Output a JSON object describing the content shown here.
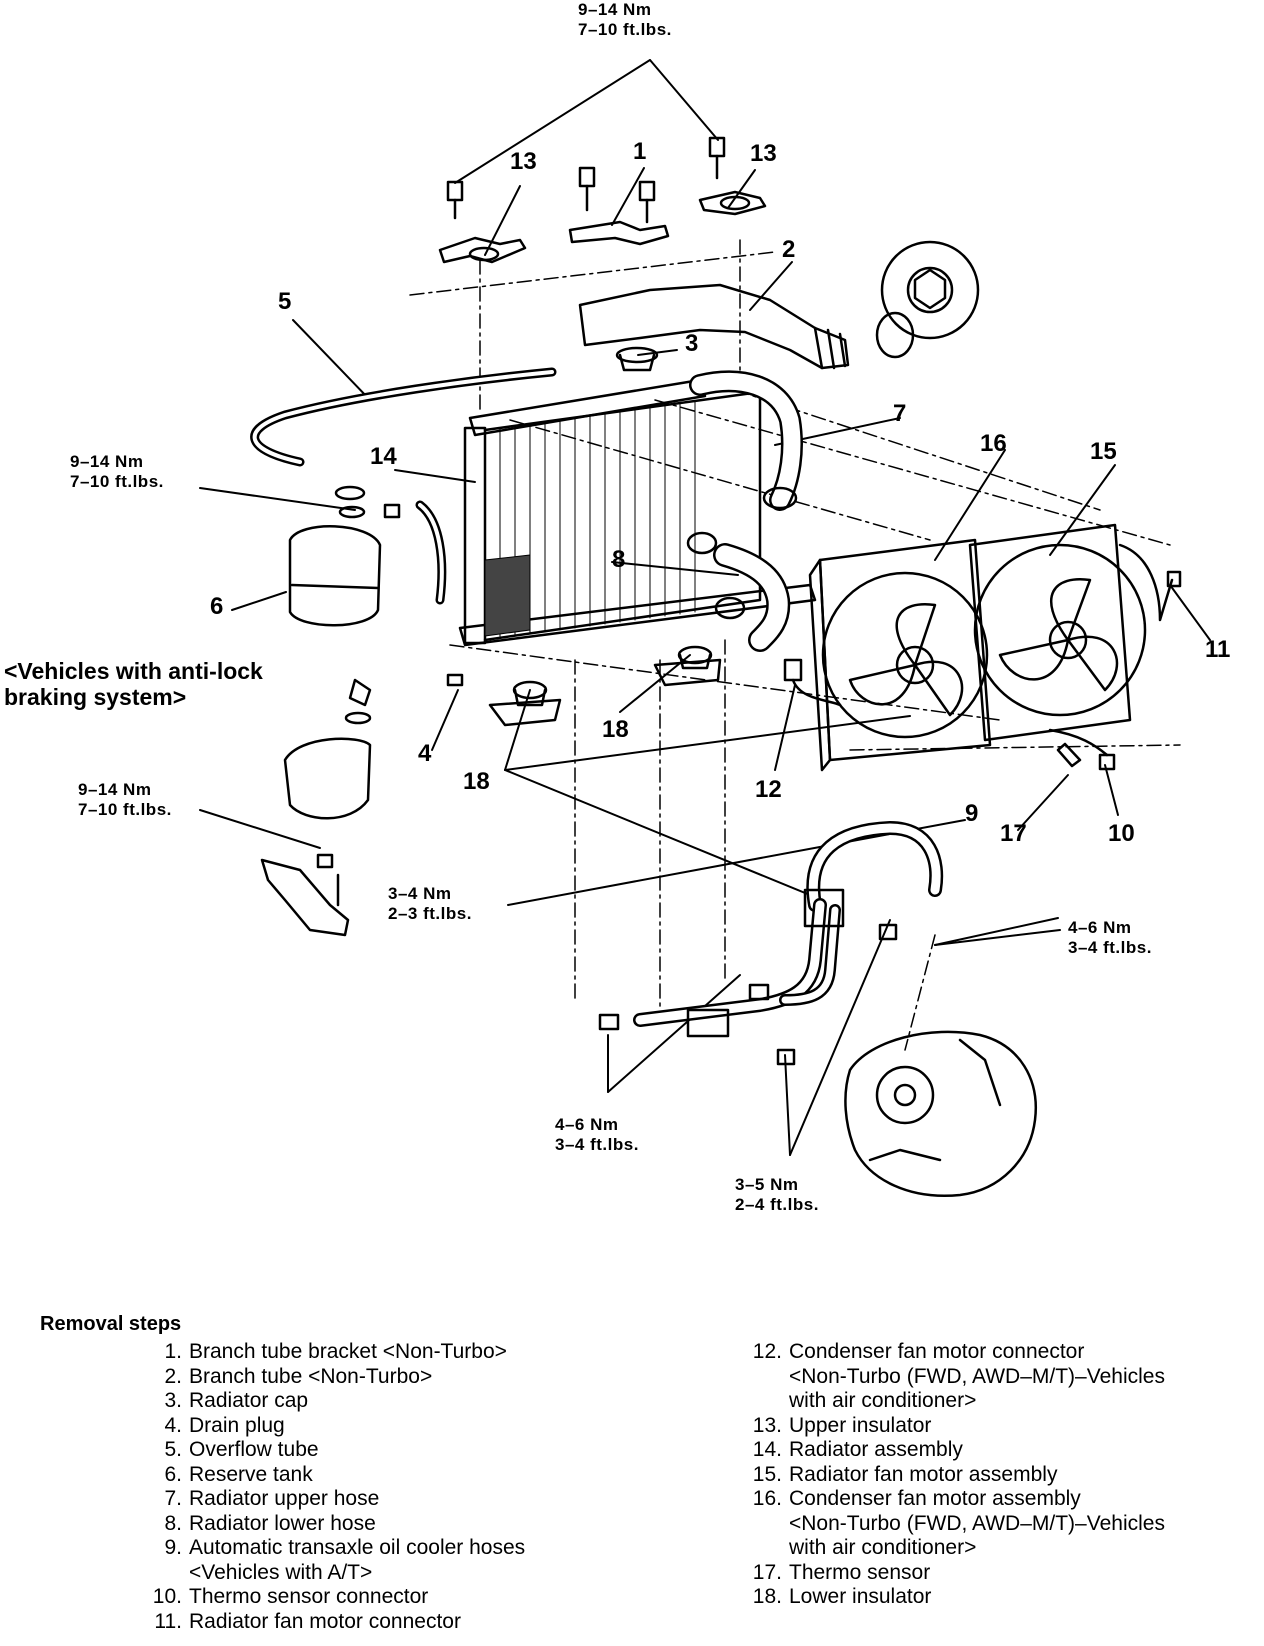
{
  "callouts": {
    "c1": "1",
    "c2": "2",
    "c3": "3",
    "c4": "4",
    "c5": "5",
    "c6": "6",
    "c7": "7",
    "c8": "8",
    "c9": "9",
    "c10": "10",
    "c11": "11",
    "c12": "12",
    "c13a": "13",
    "c13b": "13",
    "c14": "14",
    "c15": "15",
    "c16": "16",
    "c17": "17",
    "c18a": "18",
    "c18b": "18"
  },
  "torques": {
    "top": "9–14 Nm\n7–10 ft.lbs.",
    "reserve_tank": "9–14 Nm\n7–10 ft.lbs.",
    "abs_bracket": "9–14 Nm\n7–10 ft.lbs.",
    "cooler_bracket": "3–4 Nm\n2–3 ft.lbs.",
    "hose_clamp_right": "4–6 Nm\n3–4 ft.lbs.",
    "hose_clamp_bottom": "4–6 Nm\n3–4 ft.lbs.",
    "union_bolt": "3–5 Nm\n2–4 ft.lbs."
  },
  "abs_note": "<Vehicles with anti-lock\nbraking system>",
  "removal": {
    "title": "Removal steps",
    "left": [
      {
        "n": "1.",
        "t": "Branch tube bracket <Non-Turbo>"
      },
      {
        "n": "2.",
        "t": "Branch tube <Non-Turbo>"
      },
      {
        "n": "3.",
        "t": "Radiator cap"
      },
      {
        "n": "4.",
        "t": "Drain plug"
      },
      {
        "n": "5.",
        "t": "Overflow tube"
      },
      {
        "n": "6.",
        "t": "Reserve tank"
      },
      {
        "n": "7.",
        "t": "Radiator upper hose"
      },
      {
        "n": "8.",
        "t": "Radiator lower hose"
      },
      {
        "n": "9.",
        "t": "Automatic transaxle oil cooler hoses\n<Vehicles with A/T>"
      },
      {
        "n": "10.",
        "t": "Thermo sensor connector"
      },
      {
        "n": "11.",
        "t": "Radiator fan motor connector"
      }
    ],
    "right": [
      {
        "n": "12.",
        "t": "Condenser fan motor connector\n<Non-Turbo (FWD, AWD–M/T)–Vehicles\nwith air conditioner>"
      },
      {
        "n": "13.",
        "t": "Upper insulator"
      },
      {
        "n": "14.",
        "t": "Radiator assembly"
      },
      {
        "n": "15.",
        "t": "Radiator fan motor assembly"
      },
      {
        "n": "16.",
        "t": "Condenser fan motor assembly\n<Non-Turbo (FWD, AWD–M/T)–Vehicles\nwith air conditioner>"
      },
      {
        "n": "17.",
        "t": "Thermo sensor"
      },
      {
        "n": "18.",
        "t": "Lower insulator"
      }
    ]
  }
}
